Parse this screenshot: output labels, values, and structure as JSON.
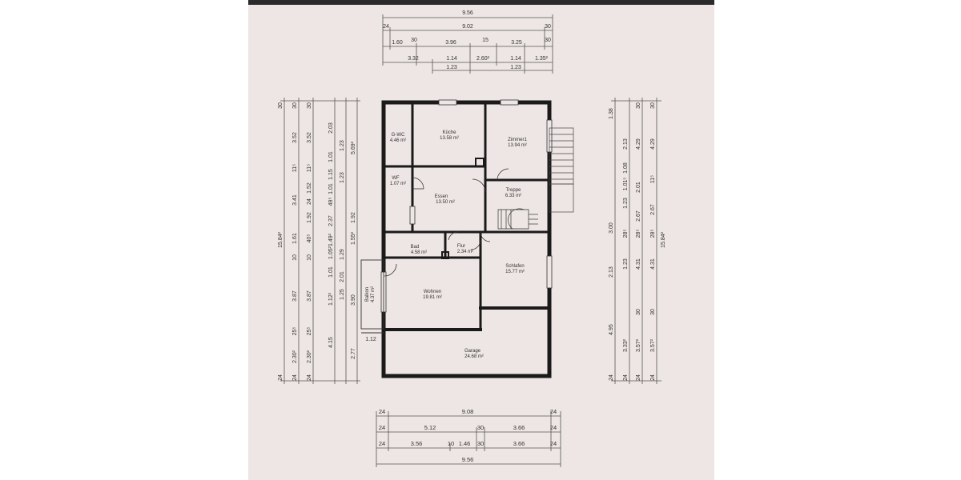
{
  "rooms": {
    "gwc": {
      "name": "G-WC",
      "area": "4.46 m²"
    },
    "kueche": {
      "name": "Küche",
      "area": "13.58 m²"
    },
    "zimmer1": {
      "name": "Zimmer1",
      "area": "13.94 m²"
    },
    "wf": {
      "name": "WF",
      "area": "1.07 m²"
    },
    "essen": {
      "name": "Essen",
      "area": "13.50 m²"
    },
    "treppe": {
      "name": "Treppe",
      "area": "6.33 m²"
    },
    "bad": {
      "name": "Bad",
      "area": "4.58 m²"
    },
    "flur": {
      "name": "Flur",
      "area": "2.34 m²"
    },
    "schlafen": {
      "name": "Schlafen",
      "area": "15.77 m²"
    },
    "balkon": {
      "name": "Balkon",
      "area": "4.37 m²"
    },
    "wohnen": {
      "name": "Wohnen",
      "area": "19.81 m²"
    },
    "garage": {
      "name": "Garage",
      "area": "24.68 m²"
    }
  },
  "dimensions": {
    "top": {
      "row1": [
        "9.56"
      ],
      "row2": [
        "24",
        "9.02",
        "30"
      ],
      "row3": [
        "1.60",
        "30",
        "3.96",
        "15",
        "3.25",
        "30"
      ],
      "row4": [
        "3.32",
        "1.14",
        "2.60²",
        "1.14",
        "1.35²"
      ],
      "row5": [
        "1.23",
        "1.23"
      ]
    },
    "bottom": {
      "row1": [
        "24",
        "9.08",
        "24"
      ],
      "row2": [
        "24",
        "5.12",
        "30",
        "3.66",
        "24"
      ],
      "row3": [
        "24",
        "3.56",
        "10",
        "1.46",
        "30",
        "3.66",
        "24"
      ],
      "row4": [
        "9.56"
      ]
    },
    "left": {
      "col1": [
        "30",
        "15.84²",
        "24"
      ],
      "col2": [
        "30",
        "3.52",
        "11⁵",
        "3.41",
        "1.61",
        "10",
        "3.87",
        "25⁵",
        "2.30²",
        "24"
      ],
      "col3": [
        "30",
        "3.52",
        "11⁵",
        "1.52",
        "24",
        "1.92",
        "40⁵",
        "10",
        "3.87",
        "25⁵",
        "2.30²",
        "24"
      ],
      "col4": [
        "2.03",
        "1.01",
        "1.15",
        "1.01",
        "49⁵",
        "2.37",
        "1.49²",
        "1.05²",
        "1.01",
        "1.12²",
        "4.15"
      ],
      "col5": [
        "1.23",
        "1.23",
        "1.29",
        "2.01",
        "1.25"
      ],
      "col6": [
        "5.69²",
        "1.92",
        "1.55²",
        "3.90",
        "2.77"
      ],
      "balcony": [
        "1.12"
      ]
    },
    "right": {
      "col1": [
        "1.38",
        "3.00",
        "2.13",
        "4.95",
        "24"
      ],
      "col2": [
        "2.13",
        "1.08",
        "1.01⁵",
        "1.23",
        "28⁵",
        "1.23",
        "3.33²",
        "24"
      ],
      "col3": [
        "30",
        "4.29",
        "2.01",
        "2.67",
        "28⁵",
        "4.31",
        "30",
        "3.57²",
        "24"
      ],
      "col4": [
        "30",
        "4.29",
        "11⁵",
        "2.67",
        "28⁵",
        "4.31",
        "30",
        "3.57²",
        "24"
      ],
      "col5": [
        "15.84²"
      ]
    }
  }
}
